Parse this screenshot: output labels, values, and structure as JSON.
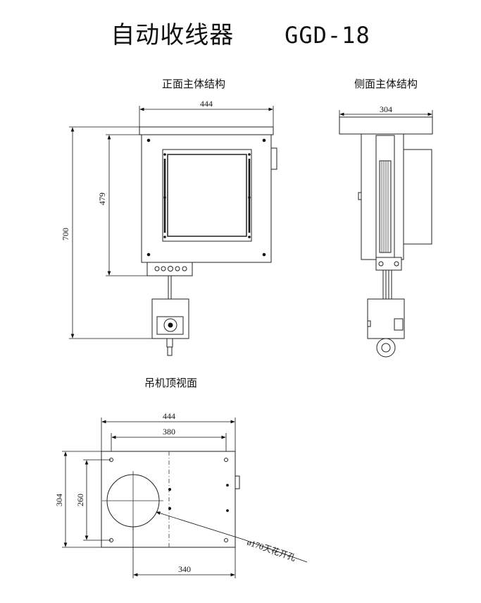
{
  "title": {
    "name": "自动收线器",
    "model": "GGD-18"
  },
  "views": {
    "front": "正面主体结构",
    "side": "侧面主体结构",
    "top": "吊机顶视面"
  },
  "dims": {
    "front_width": "444",
    "front_height_upper": "479",
    "front_height_total": "700",
    "side_width": "304",
    "top_width": "444",
    "top_hole_spacing": "380",
    "top_depth": "304",
    "top_hole_depth": "260",
    "top_offset": "340",
    "top_hole_note": "ø170天花开孔"
  }
}
